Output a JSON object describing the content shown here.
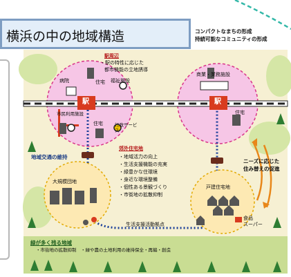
{
  "header": {
    "title": "横浜の中の地域構造",
    "right_line1": "コンパクトなまちの形成",
    "right_line2": "持続可能なコミュニティの形成"
  },
  "diagram": {
    "station_area_heading": "駅周辺",
    "station_area_line1": "・駅の特性に応じた",
    "station_area_line2": "都市機能の立地誘導",
    "station_label": "駅",
    "hospital": "病院",
    "housing": "住宅",
    "welfare": "福祉施設",
    "commerce": "商業・業務施設",
    "city_hall": "市民利用施設",
    "admin_services": "行政サービス",
    "regional_transport": "地域交通の維持",
    "suburb_heading": "郊外住宅地",
    "suburb_items": [
      "・地域活力の向上",
      "・生活支援機能の充実",
      "・緑豊かな住環境",
      "・身近な環境整備",
      "・個性ある景観づくり",
      "・市街地の拡散抑制"
    ],
    "large_complex": "大規模団地",
    "detached_housing": "戸建住宅地",
    "supermarket_line1": "食品",
    "supermarket_line2": "スーパー",
    "life_support_hub": "生活支援活動拠点",
    "needs_line1": "ニーズに応じた",
    "needs_line2": "住み替えの促進",
    "green_heading": "緑が多く残る地域",
    "green_text": "・市街地の拡散抑制　・緑や農の土地利用の維持保全・再編・創造"
  },
  "colors": {
    "title_bg": "#e3eef9",
    "title_border": "#7e9dc2",
    "map_bg": "#f6f0d3",
    "green_band": "#c9dd93",
    "station_circle": "#f6c6e6",
    "station_box": "#d83b1f",
    "suburb_circle": "#fde9b3",
    "route_blue": "#1a3f99",
    "arrow_orange": "#e8871a",
    "connector_teal": "#33b8a8"
  },
  "icons": [
    "station-box",
    "building-icon",
    "house-icon",
    "bus-icon",
    "tree-icon",
    "hospital-icon"
  ]
}
